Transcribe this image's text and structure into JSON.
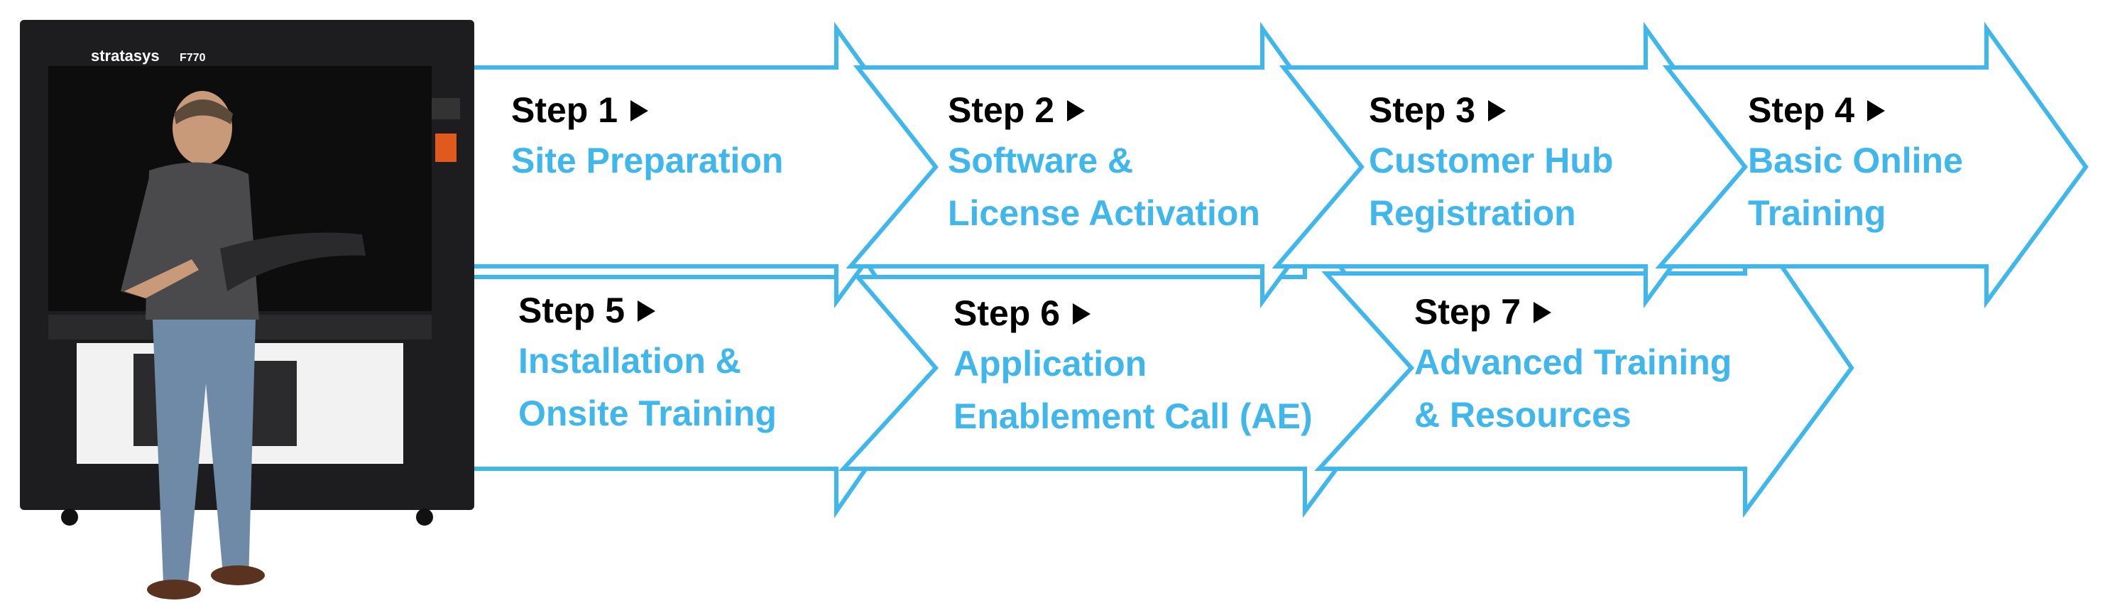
{
  "colors": {
    "accent": "#3fb6ec",
    "heading": "#000000",
    "printer_body": "#1d1d1f",
    "printer_chamber": "#0d0d0e"
  },
  "printer": {
    "brand": "stratasys",
    "model": "F770"
  },
  "steps": [
    {
      "heading": "Step 1",
      "title": [
        "Site Preparation"
      ]
    },
    {
      "heading": "Step 2",
      "title": [
        "Software &",
        "License Activation"
      ]
    },
    {
      "heading": "Step 3",
      "title": [
        "Customer Hub",
        "Registration"
      ]
    },
    {
      "heading": "Step 4",
      "title": [
        "Basic Online",
        "Training"
      ]
    },
    {
      "heading": "Step 5",
      "title": [
        "Installation &",
        "Onsite Training"
      ]
    },
    {
      "heading": "Step 6",
      "title": [
        "Application",
        "Enablement Call (AE)"
      ]
    },
    {
      "heading": "Step 7",
      "title": [
        "Advanced Training",
        "& Resources"
      ]
    }
  ]
}
